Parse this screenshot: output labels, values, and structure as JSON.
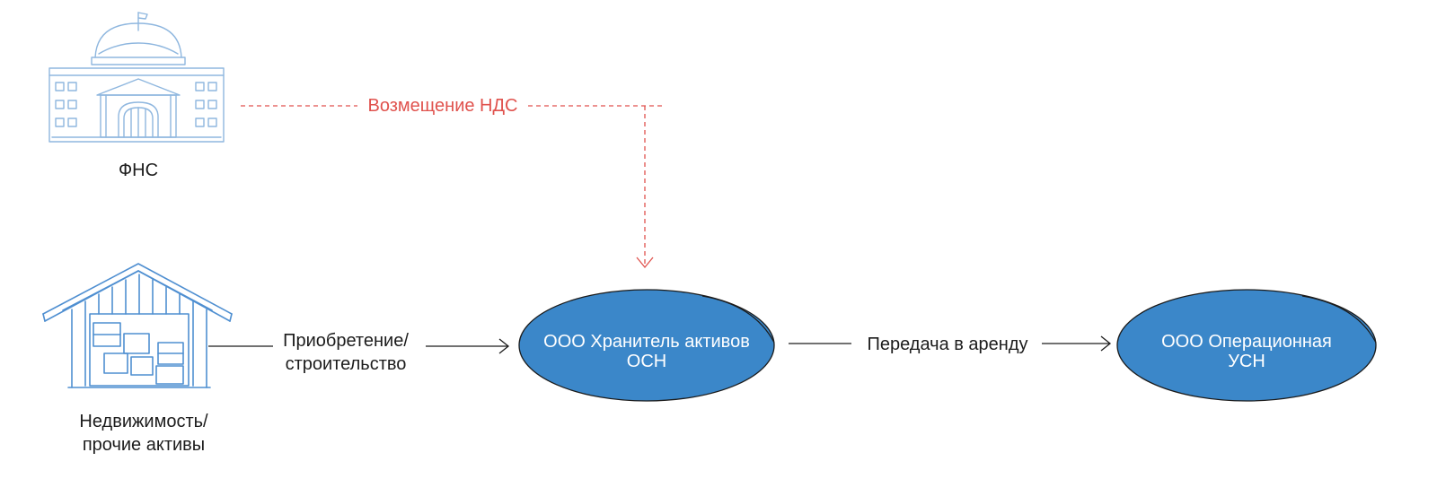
{
  "fns": {
    "label": "ФНС",
    "icon": "government-building-icon"
  },
  "assets": {
    "label_line1": "Недвижимость/",
    "label_line2": "прочие активы",
    "icon": "warehouse-icon"
  },
  "holder": {
    "line1": "ООО Хранитель активов",
    "line2": "ОСН"
  },
  "operational": {
    "line1": "ООО Операционная",
    "line2": "УСН"
  },
  "edges": {
    "acquire_line1": "Приобретение/",
    "acquire_line2": "строительство",
    "lease": "Передача в аренду",
    "vat_refund": "Возмещение НДС"
  },
  "colors": {
    "node_fill": "#3b87c9",
    "sketch_blue": "#8fb7df",
    "dashed_red": "#e0524d",
    "edge_black": "#1c1c1c",
    "text_white": "#ffffff"
  }
}
